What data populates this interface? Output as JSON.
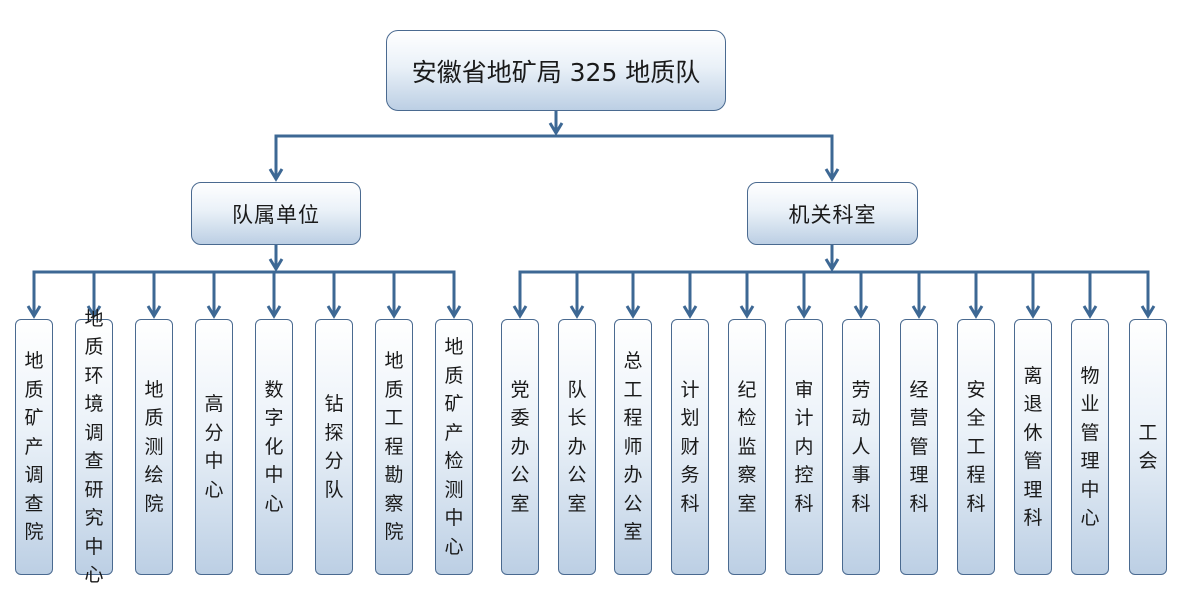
{
  "root": {
    "label": "安徽省地矿局 325 地质队"
  },
  "groups": [
    {
      "label": "队属单位",
      "units": [
        "地质矿产调查院",
        "地质环境调查研究中心",
        "地质测绘院",
        "高分中心",
        "数字化中心",
        "钻探分队",
        "地质工程勘察院",
        "地质矿产检测中心"
      ]
    },
    {
      "label": "机关科室",
      "units": [
        "党委办公室",
        "队长办公室",
        "总工程师办公室",
        "计划财务科",
        "纪检监察室",
        "审计内控科",
        "劳动人事科",
        "经营管理科",
        "安全工程科",
        "离退休管理科",
        "物业管理中心",
        "工会"
      ]
    }
  ],
  "colors": {
    "connector": "#3d6894",
    "border": "#4a6a90"
  }
}
